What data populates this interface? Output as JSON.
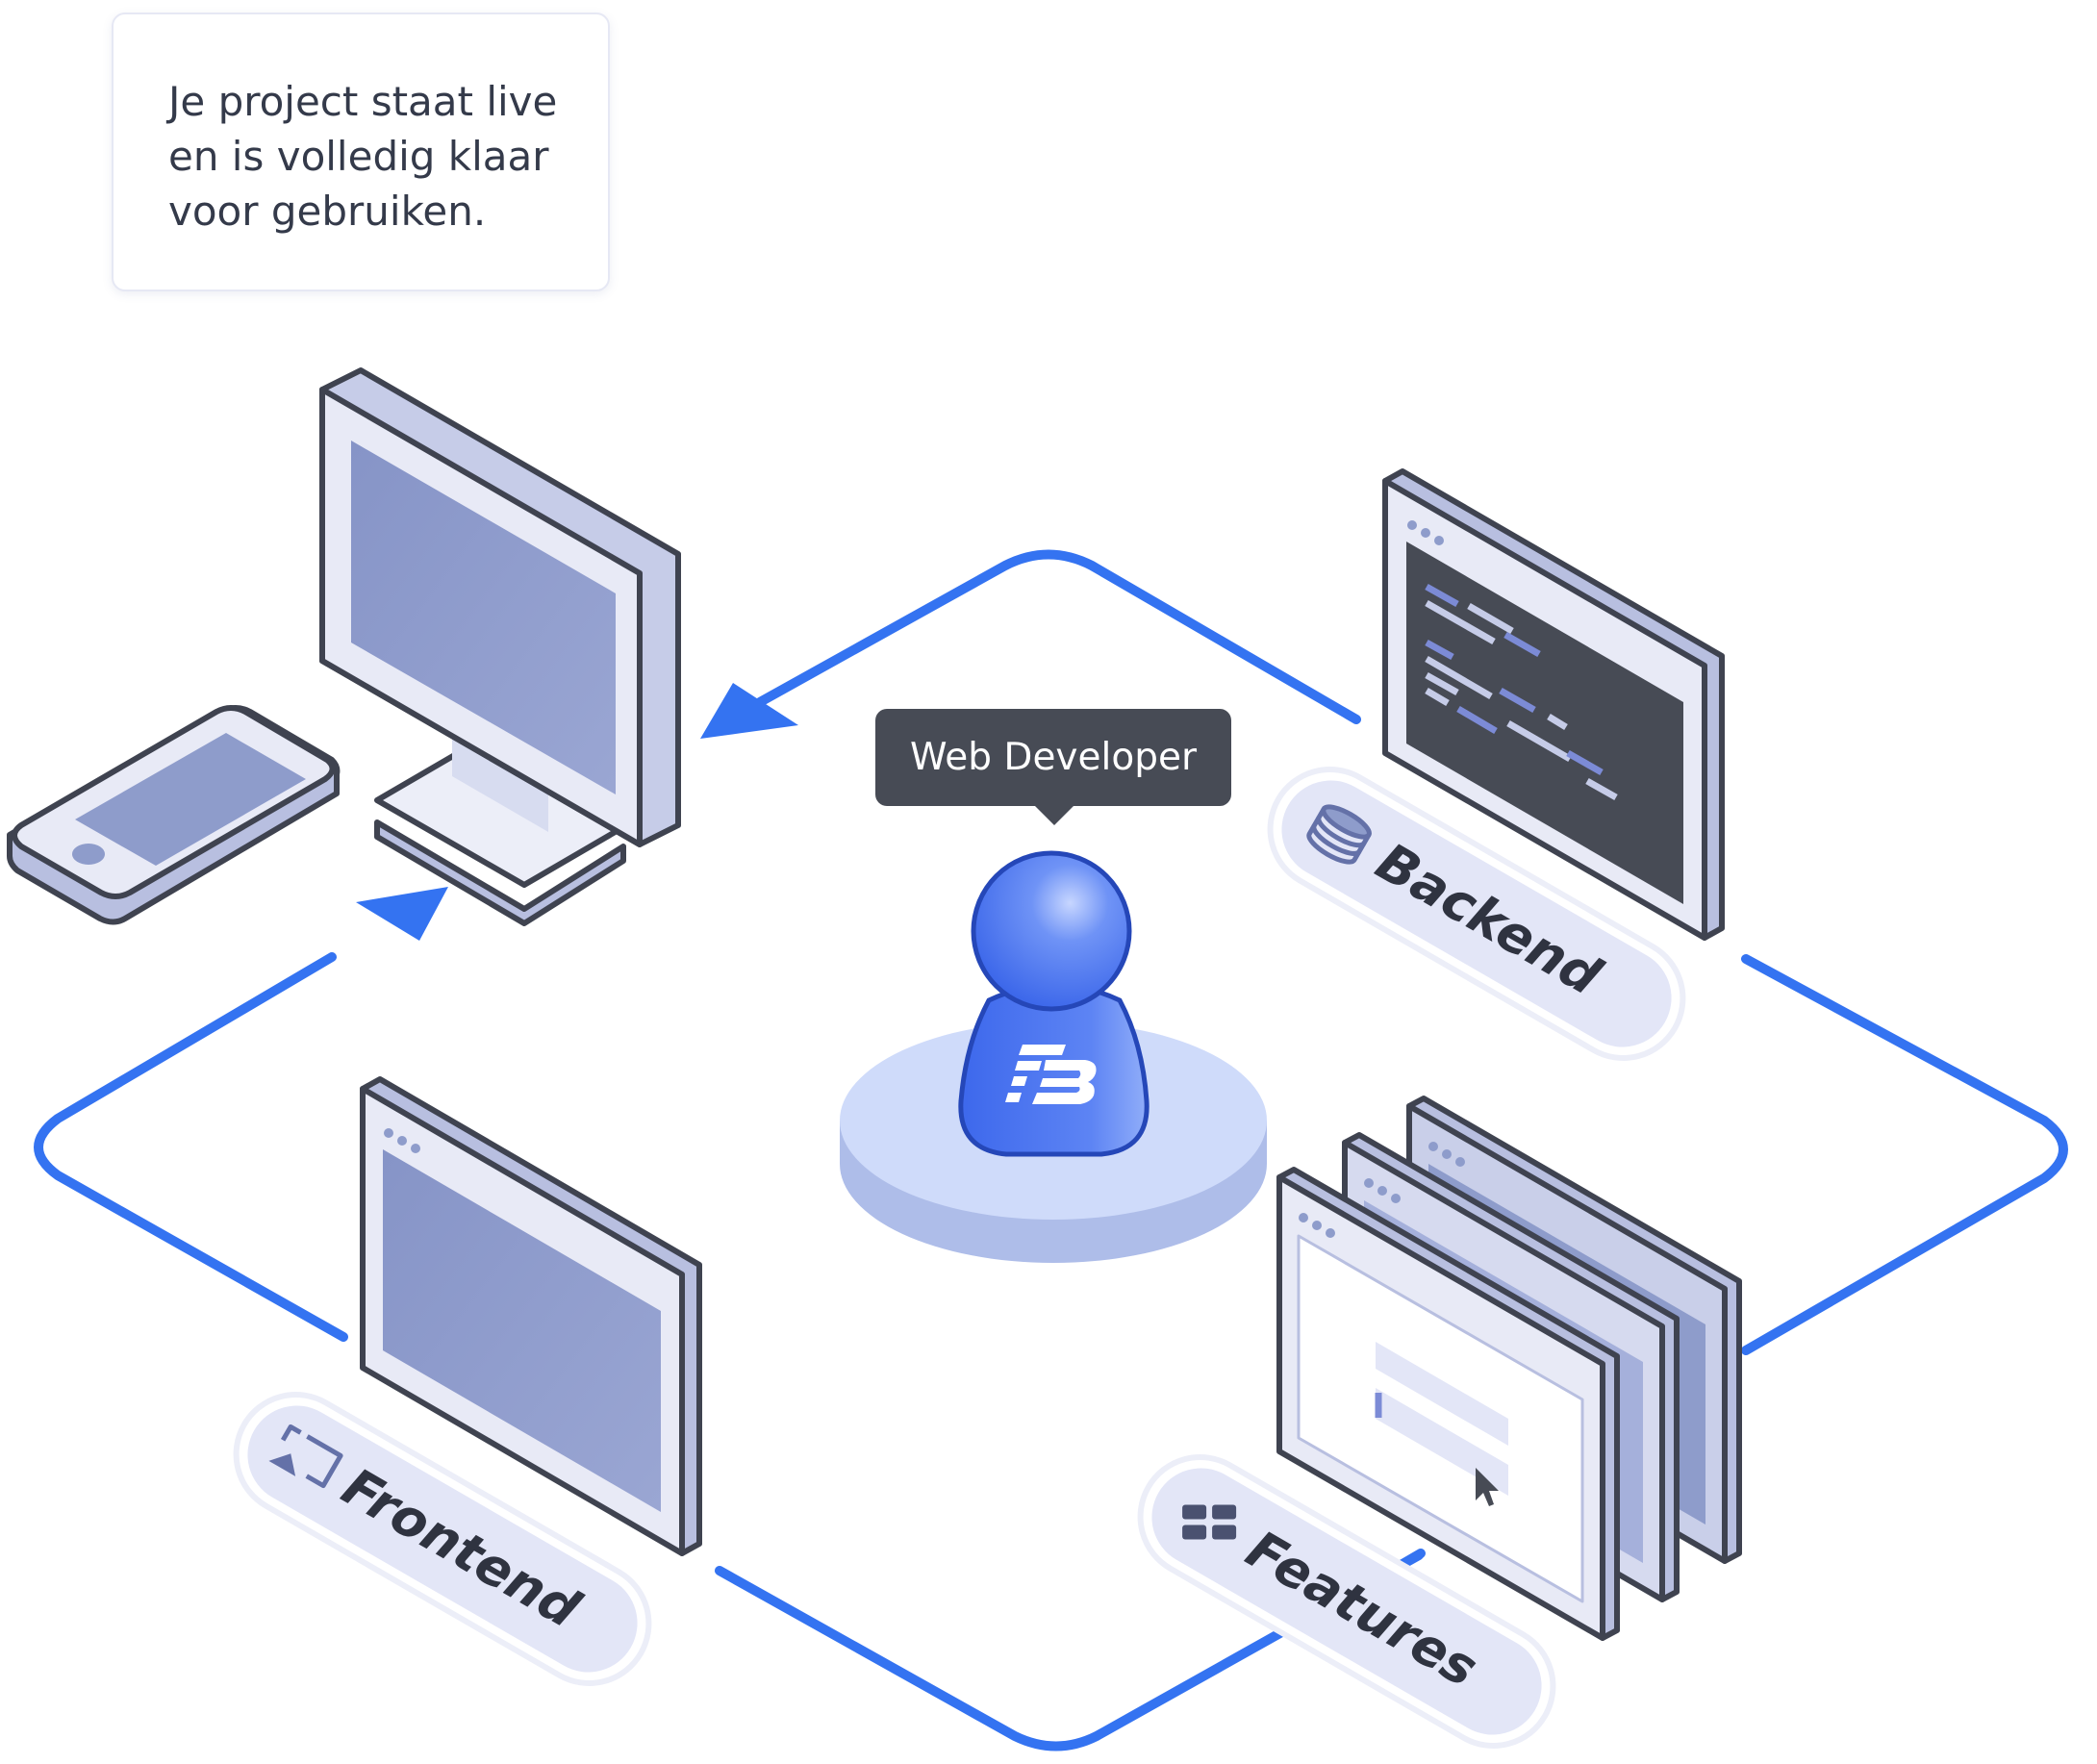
{
  "note": {
    "lines": [
      "Je project staat live",
      "en is volledig klaar",
      "voor gebruiken."
    ]
  },
  "tooltip": {
    "label": "Web Developer"
  },
  "avatar": {
    "logo_text": "FB"
  },
  "labels": {
    "backend": "Backend",
    "frontend": "Frontend",
    "features": "Features"
  },
  "icons": {
    "backend": "database-icon",
    "frontend": "screen-cast-icon",
    "features": "grid-icon"
  },
  "colors": {
    "flow_line": "#3473f1",
    "device_fill": "#e8eaf6",
    "screen_fill": "#8e9ccb",
    "outline": "#3f4350",
    "pill_fill": "#e3e6f7",
    "avatar_blue": "#3e6ef0",
    "platform_fill": "#cfdbfa",
    "code_screen": "#474b55"
  }
}
